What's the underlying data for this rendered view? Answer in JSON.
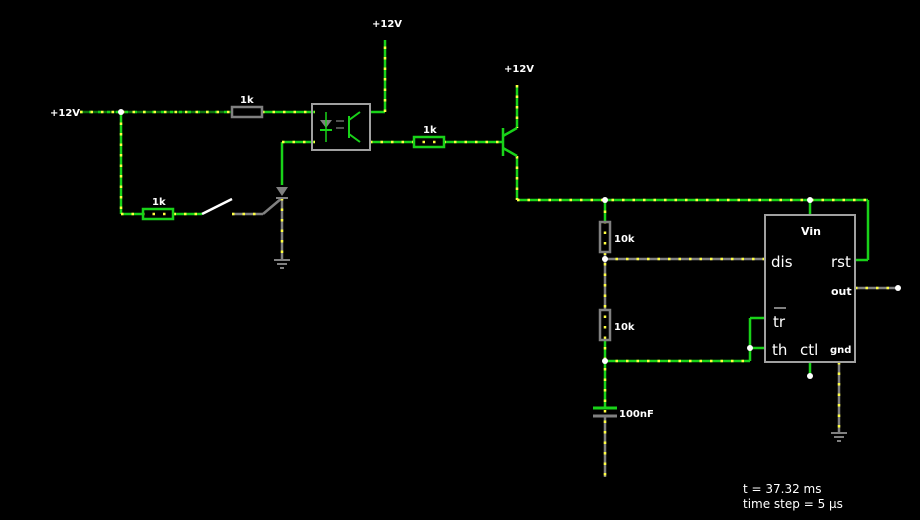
{
  "colors": {
    "background": "#000000",
    "wire_active": "#19d219",
    "wire_idle": "#808080",
    "current_dot": "#ffff40",
    "component_outline": "#a0a0a0",
    "node_dot": "#ffffff"
  },
  "supplies": {
    "left": "+12V",
    "opto_top": "+12V",
    "transistor_top": "+12V"
  },
  "resistors": {
    "r_input": "1k",
    "r_switch": "1k",
    "r_base": "1k",
    "r_upper": "10k",
    "r_lower": "10k"
  },
  "capacitor": {
    "value": "100nF"
  },
  "timer_ic": {
    "vin": "Vin",
    "dis": "dis",
    "rst": "rst",
    "out": "out",
    "tr": "tr",
    "th": "th",
    "ctl": "ctl",
    "gnd": "gnd"
  },
  "status": {
    "time": "t = 37.32 ms",
    "time_step": "time step = 5 µs"
  }
}
